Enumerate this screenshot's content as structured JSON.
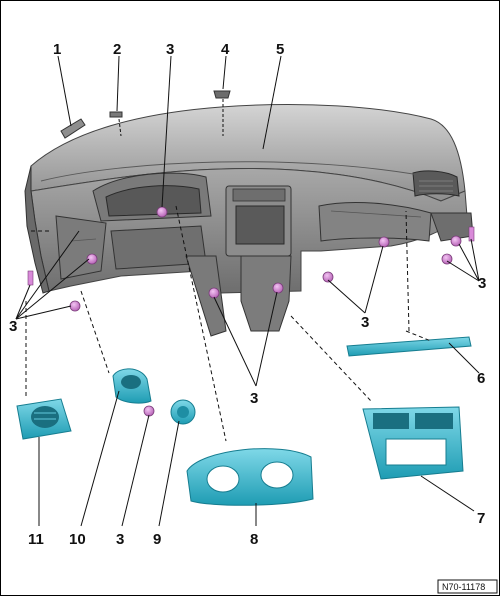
{
  "figure_id": "N70-11178",
  "colors": {
    "dash_body": "#9a9a9a",
    "dash_top": "#b9b9b9",
    "dash_dark": "#5e5e5e",
    "part_cyan": "#34b8cf",
    "part_cyan_dark": "#1c8a9e",
    "clip_violet": "#d98ad9",
    "leader": "#111111"
  },
  "callouts": [
    {
      "id": "c1",
      "text": "1"
    },
    {
      "id": "c2",
      "text": "2"
    },
    {
      "id": "c3a",
      "text": "3"
    },
    {
      "id": "c4",
      "text": "4"
    },
    {
      "id": "c5",
      "text": "5"
    },
    {
      "id": "c3b",
      "text": "3"
    },
    {
      "id": "c3c",
      "text": "3"
    },
    {
      "id": "c3d",
      "text": "3"
    },
    {
      "id": "c6",
      "text": "6"
    },
    {
      "id": "c3e",
      "text": "3"
    },
    {
      "id": "c7",
      "text": "7"
    },
    {
      "id": "c8",
      "text": "8"
    },
    {
      "id": "c9",
      "text": "9"
    },
    {
      "id": "c3f",
      "text": "3"
    },
    {
      "id": "c10",
      "text": "10"
    },
    {
      "id": "c11",
      "text": "11"
    }
  ],
  "icons": [
    "dashboard-assembly",
    "clip-icon",
    "air-vent-icon",
    "trim-strip-icon",
    "instrument-cluster-trim-icon"
  ]
}
